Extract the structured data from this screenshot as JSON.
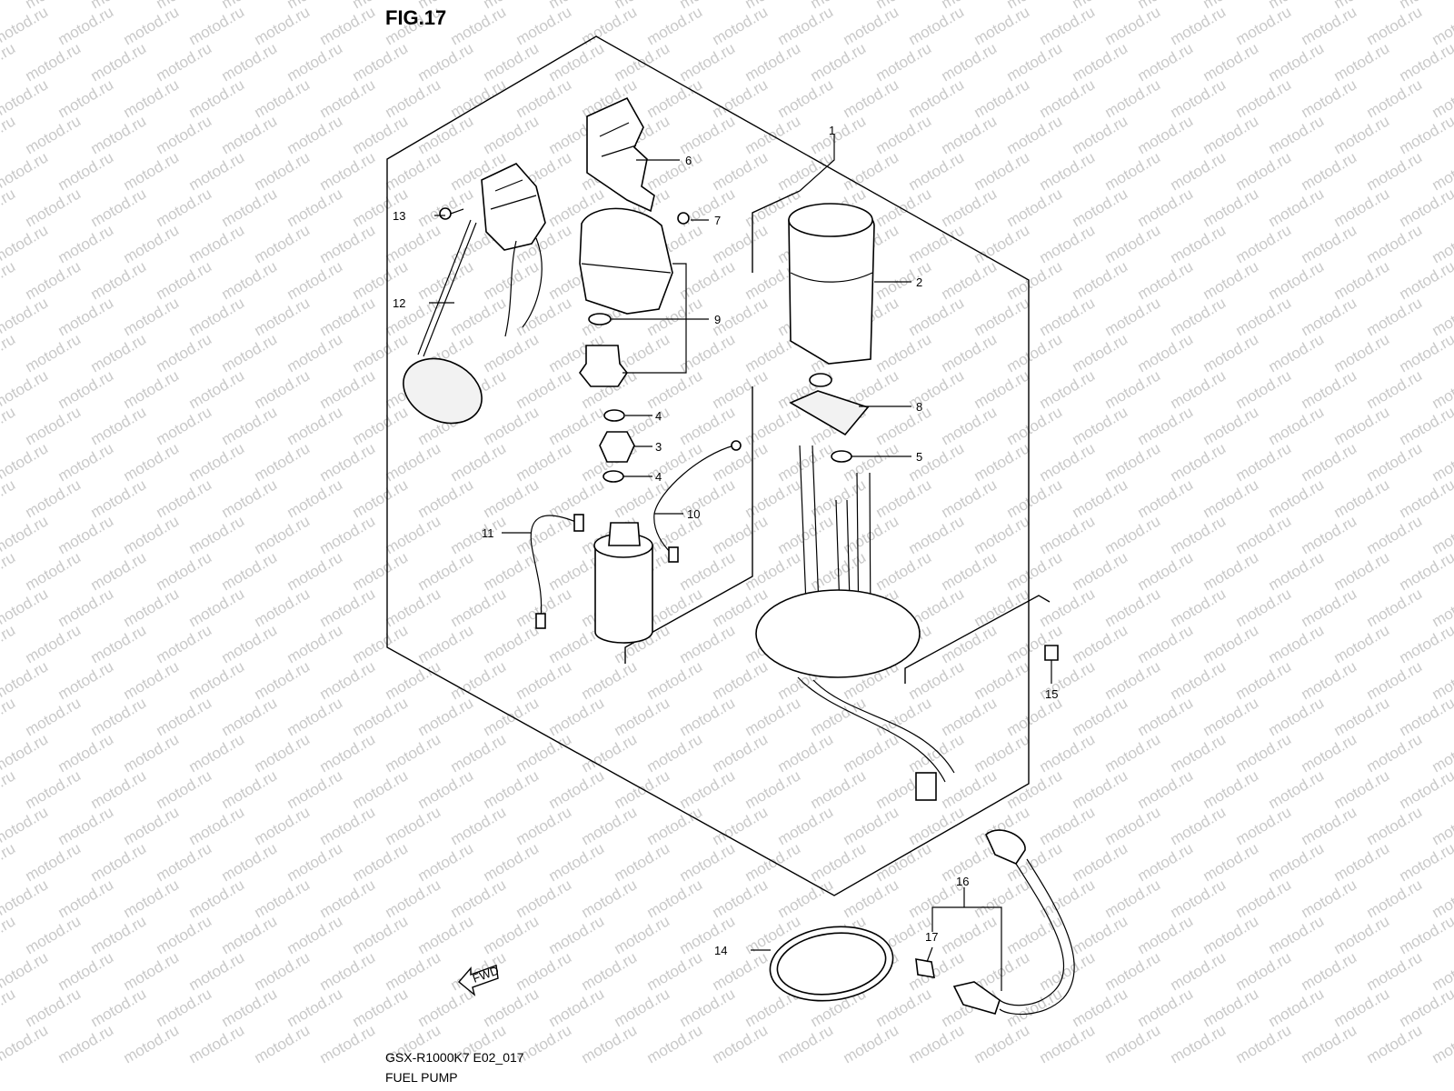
{
  "figure": {
    "title": "FIG.17",
    "model_code": "GSX-R1000K7 E02_017",
    "name": "FUEL PUMP",
    "watermark": "motod.ru",
    "fwd_mark": "FWD"
  },
  "callouts": [
    "1",
    "2",
    "3",
    "4",
    "4",
    "5",
    "6",
    "7",
    "8",
    "9",
    "10",
    "11",
    "12",
    "13",
    "14",
    "15",
    "16",
    "17"
  ],
  "colors": {
    "line": "#000000",
    "watermark": "#c9c9c9",
    "background": "#ffffff"
  }
}
